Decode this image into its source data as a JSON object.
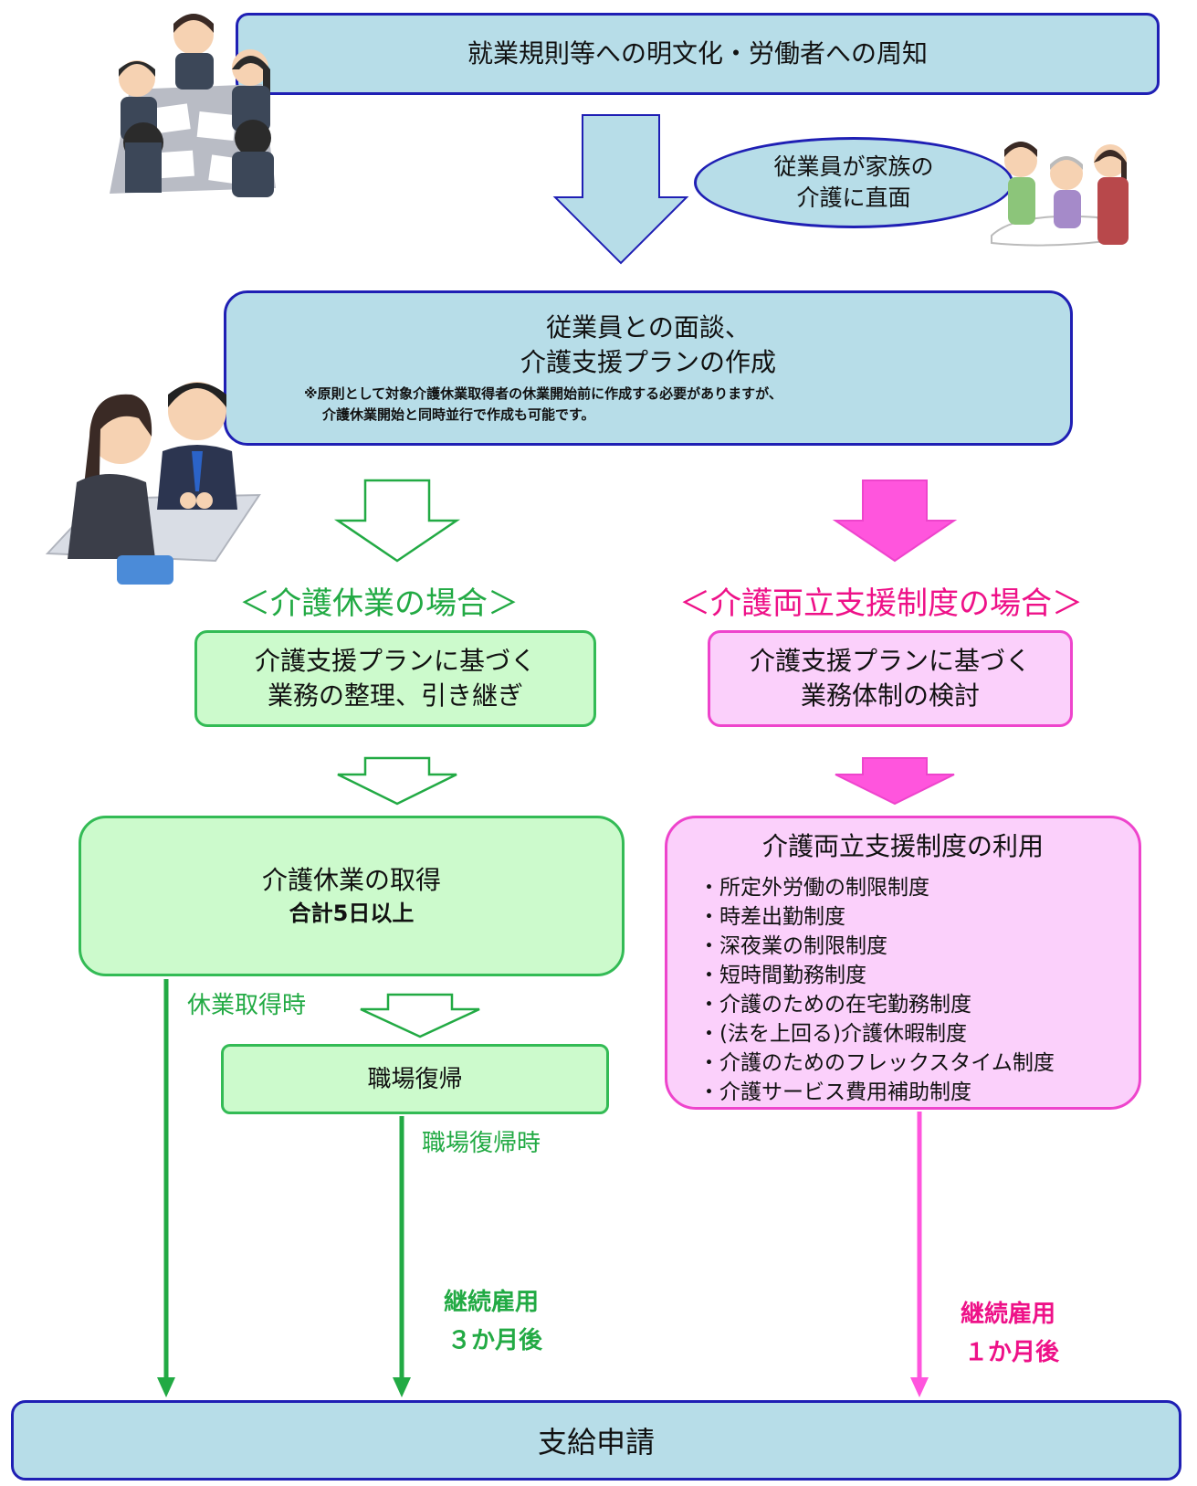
{
  "top_box": {
    "text": "就業規則等への明文化・労働者への周知"
  },
  "ellipse": {
    "line1": "従業員が家族の",
    "line2": "介護に直面"
  },
  "interview_box": {
    "line1": "従業員との面談、",
    "line2": "介護支援プランの作成",
    "note1": "※原則として対象介護休業取得者の休業開始前に作成する必要がありますが、",
    "note2": "介護休業開始と同時並行で作成も可能です。"
  },
  "left": {
    "heading": "＜介護休業の場合＞",
    "step1_line1": "介護支援プランに基づく",
    "step1_line2": "業務の整理、引き継ぎ",
    "step2_line1": "介護休業の取得",
    "step2_line2": "合計5日以上",
    "label_leave": "休業取得時",
    "return_box": "職場復帰",
    "label_return": "職場復帰時",
    "label_employ1": "継続雇用",
    "label_employ2": "３か月後"
  },
  "right": {
    "heading": "＜介護両立支援制度の場合＞",
    "step1_line1": "介護支援プランに基づく",
    "step1_line2": "業務体制の検討",
    "step2_title": "介護両立支援制度の利用",
    "systems": [
      "・所定外労働の制限制度",
      "・時差出勤制度",
      "・深夜業の制限制度",
      "・短時間勤務制度",
      "・介護のための在宅勤務制度",
      "・(法を上回る)介護休暇制度",
      "・介護のためのフレックスタイム制度",
      "・介護サービス費用補助制度"
    ],
    "label_employ1": "継続雇用",
    "label_employ2": "１か月後"
  },
  "bottom_box": {
    "text": "支給申請"
  },
  "colors": {
    "blue_fill": "#b7dde8",
    "blue_border": "#1f1fb4",
    "green_fill": "#ccfacc",
    "green_border": "#33bb55",
    "green_text": "#22aa44",
    "green_arrow": "#22aa44",
    "pink_fill": "#fbd0fb",
    "pink_border": "#ee44cc",
    "pink_text": "#ee1188",
    "pink_arrow": "#ff55dd"
  },
  "illustrations": [
    "meeting-illustration",
    "family-care-illustration",
    "interview-illustration"
  ]
}
